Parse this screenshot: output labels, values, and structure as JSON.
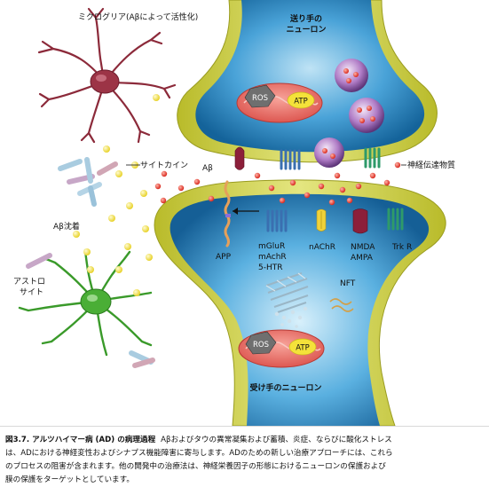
{
  "labels": {
    "microglia": "ミクログリア(Aβによって活性化)",
    "presynaptic_line1": "送り手の",
    "presynaptic_line2": "ニューロン",
    "ros_top": "ROS",
    "atp_top": "ATP",
    "cytokine": "サイトカイン",
    "abeta": "Aβ",
    "neurotransmitter": "神経伝達物質",
    "abeta_deposit": "Aβ沈着",
    "app": "APP",
    "receptor_group_line1": "mGluR",
    "receptor_group_line2": "mAchR",
    "receptor_group_line3": "5-HTR",
    "nachr": "nAChR",
    "nmda_line1": "NMDA",
    "nmda_line2": "AMPA",
    "trkr": "Trk R",
    "nft": "NFT",
    "astrocyte_line1": "アストロ",
    "astrocyte_line2": "サイト",
    "ros_bottom": "ROS",
    "atp_bottom": "ATP",
    "postsynaptic": "受け手のニューロン"
  },
  "caption": {
    "heading": "図3.7. アルツハイマー病 (AD) の病理過程",
    "line1": "Aβおよびタウの異常凝集および蓄積、炎症、ならびに酸化ストレス",
    "line2": "は、ADにおける神経変性およびシナプス機能障害に寄与します。ADのための新しい治療アプローチには、これら",
    "line3": "のプロセスの阻害が含まれます。他の開発中の治療法は、神経栄養因子の形態におけるニューロンの保護および",
    "line4": "膜の保護をターゲットとしています。"
  },
  "colors": {
    "neuron_membrane": "#cfd14a",
    "neuron_interior": "#1f7fbf",
    "mitochondria": "#e3605a",
    "microglia": "#8c2a3a",
    "astrocyte": "#3a9a2a",
    "cytokine": "#f2e24a",
    "abeta_dot": "#e33a2a"
  }
}
